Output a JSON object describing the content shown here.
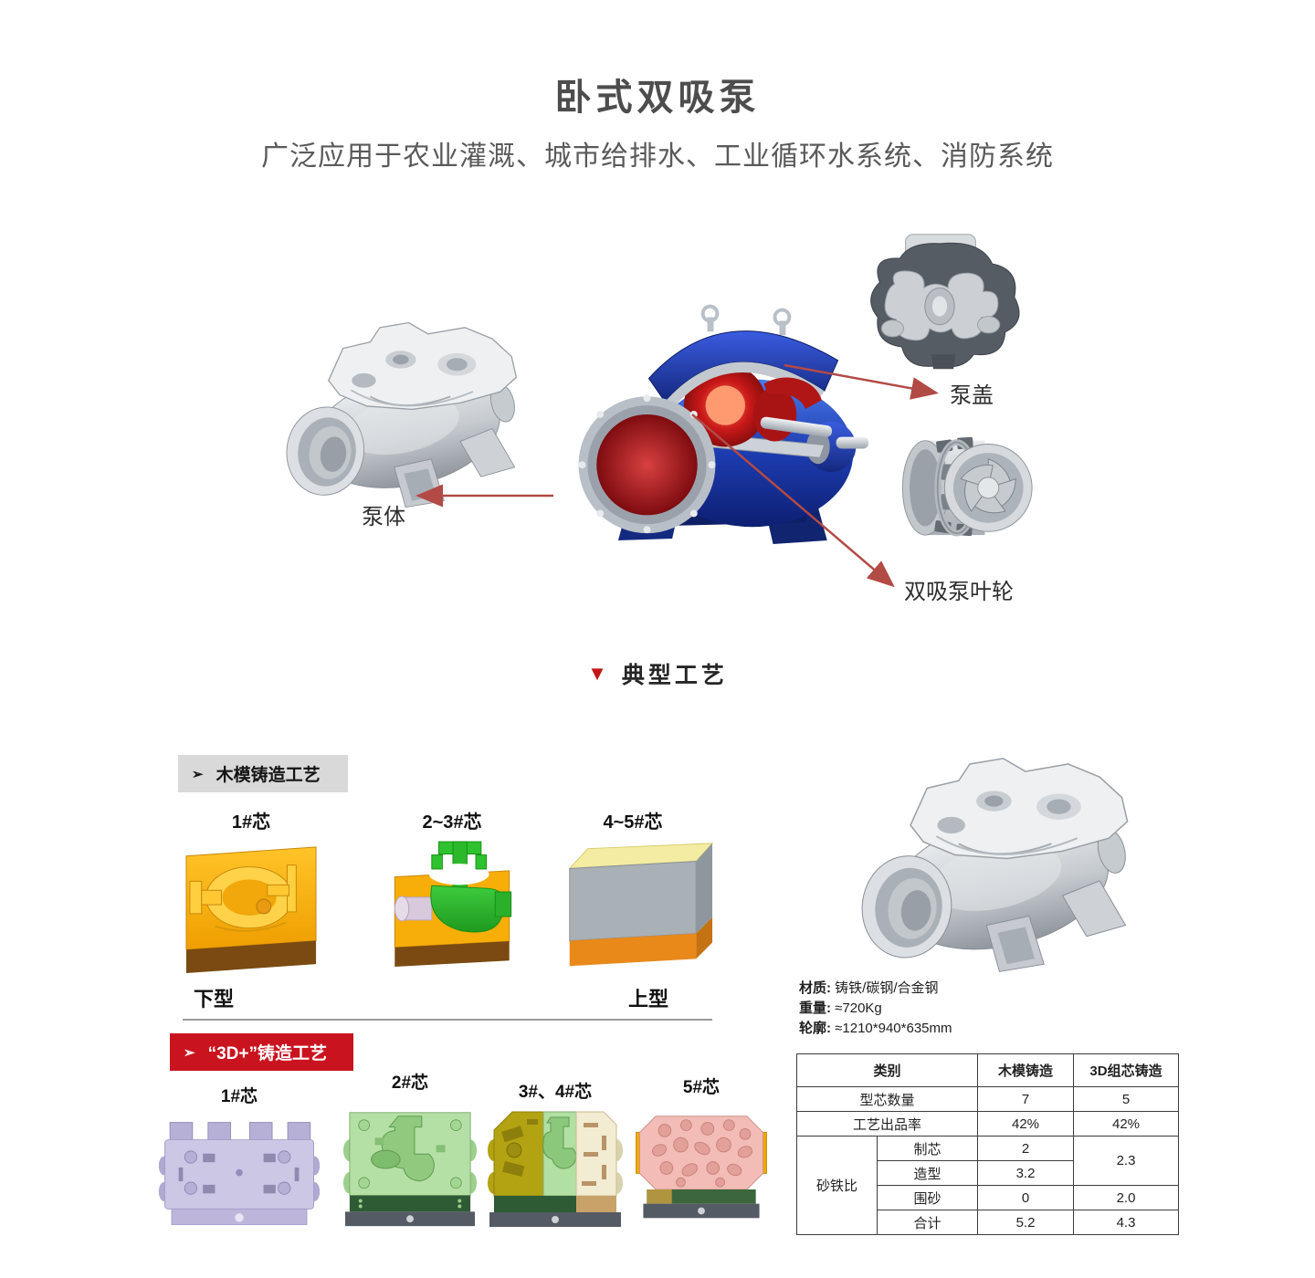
{
  "page": {
    "title": "卧式双吸泵",
    "subtitle": "广泛应用于农业灌溉、城市给排水、工业循环水系统、消防系统"
  },
  "diagram": {
    "callouts": {
      "body": "泵体",
      "cover": "泵盖",
      "impeller": "双吸泵叶轮"
    }
  },
  "section": {
    "marker_glyph": "▼",
    "title": "典型工艺"
  },
  "wood_process": {
    "bullet_glyph": "➢",
    "title": "木模铸造工艺",
    "core_labels": [
      "1#芯",
      "2~3#芯",
      "4~5#芯"
    ],
    "mold_labels": {
      "lower": "下型",
      "upper": "上型"
    }
  },
  "printed_process": {
    "bullet_glyph": "➢",
    "title": "“3D+”铸造工艺",
    "core_labels": [
      "1#芯",
      "2#芯",
      "3#、4#芯",
      "5#芯"
    ]
  },
  "specs": {
    "material_label": "材质:",
    "material_value": "铸铁/碳钢/合金钢",
    "weight_label": "重量:",
    "weight_value": "≈720Kg",
    "outline_label": "轮廓:",
    "outline_value": "≈1210*940*635mm"
  },
  "comparison_table": {
    "headers": [
      "类别",
      "木模铸造",
      "3D组芯铸造"
    ],
    "row_core_count": {
      "label": "型芯数量",
      "wood": "7",
      "printed": "5"
    },
    "row_yield": {
      "label": "工艺出品率",
      "wood": "42%",
      "printed": "42%"
    },
    "row_sand_iron": {
      "label": "砂铁比",
      "sub_rows": [
        {
          "label": "制芯",
          "wood": "2",
          "printed": "2.3"
        },
        {
          "label": "造型",
          "wood": "3.2"
        },
        {
          "label": "围砂",
          "wood": "0",
          "printed": "2.0"
        },
        {
          "label": "合计",
          "wood": "5.2",
          "printed": "4.3"
        }
      ]
    }
  },
  "colors": {
    "accent_red": "#c9141f",
    "arrow_red": "#b24a46",
    "header_gray": "#d9d9d9",
    "pump_blue": "#1c3cb0",
    "impeller_red": "#c81818"
  }
}
